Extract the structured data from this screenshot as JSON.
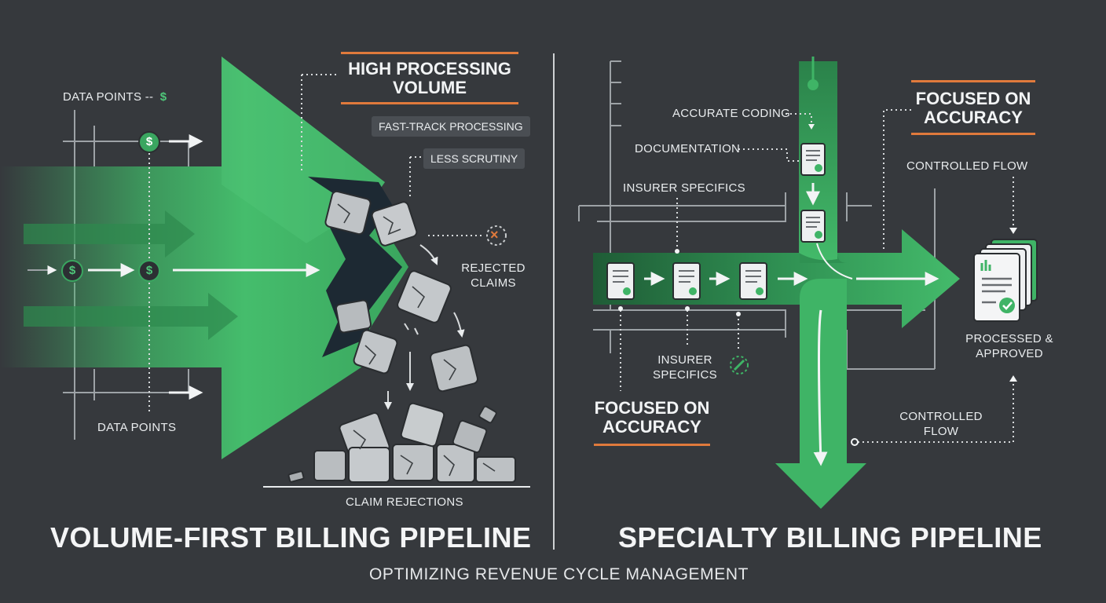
{
  "left_panel": {
    "title": "VOLUME-FIRST BILLING PIPELINE",
    "heading": "HIGH PROCESSING VOLUME",
    "tags": [
      "FAST-TRACK PROCESSING",
      "LESS SCRUTINY"
    ],
    "labels": {
      "data_points_top": "DATA POINTS --",
      "data_points_top_symbol": "$",
      "data_points_bottom": "DATA POINTS",
      "rejected_claims": "REJECTED CLAIMS",
      "claim_rejections": "CLAIM REJECTIONS"
    },
    "dollar_symbol": "$",
    "reject_symbol": "×"
  },
  "right_panel": {
    "title": "SPECIALTY BILLING PIPELINE",
    "heading_top": "FOCUSED ON ACCURACY",
    "heading_bottom": "FOCUSED ON ACCURACY",
    "labels": {
      "accurate_coding": "ACCURATE CODING",
      "documentation": "DOCUMENTATION",
      "insurer_specifics_top": "INSURER SPECIFICS",
      "insurer_specifics_bottom": "INSURER SPECIFICS",
      "controlled_flow_top": "CONTROLLED FLOW",
      "controlled_flow_bottom": "CONTROLLED FLOW",
      "processed_approved": "PROCESSED & APPROVED"
    }
  },
  "footer": {
    "subtitle": "OPTIMIZING REVENUE CYCLE MANAGEMENT"
  },
  "colors": {
    "background": "#36393d",
    "green": "#3fb466",
    "green_dark": "#1f6b3b",
    "accent_orange": "#e07a3c",
    "text": "#e9ecee"
  }
}
